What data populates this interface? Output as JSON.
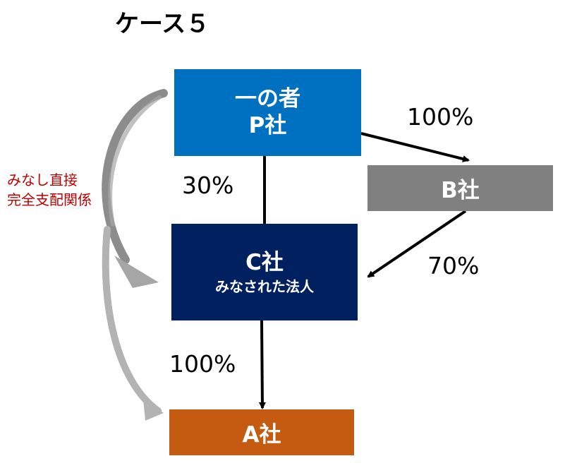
{
  "title": "ケース５",
  "colors": {
    "parent": "#0070c0",
    "b_company": "#808080",
    "c_company": "#002060",
    "a_company": "#c55a11",
    "arrow": "#000000",
    "curved_arrow": "#8c8c8c",
    "relation_text": "#c00000"
  },
  "entities": {
    "parent": {
      "line1": "一の者",
      "line2": "P社"
    },
    "b_company": {
      "name": "B社"
    },
    "c_company": {
      "name": "C社",
      "subtitle": "みなされた法人"
    },
    "a_company": {
      "name": "A社"
    }
  },
  "ownership": {
    "p_to_b": "100%",
    "p_to_c": "30%",
    "b_to_c": "70%",
    "c_to_a": "100%"
  },
  "relation_label": {
    "line1": "みなし直接",
    "line2": "完全支配関係"
  }
}
